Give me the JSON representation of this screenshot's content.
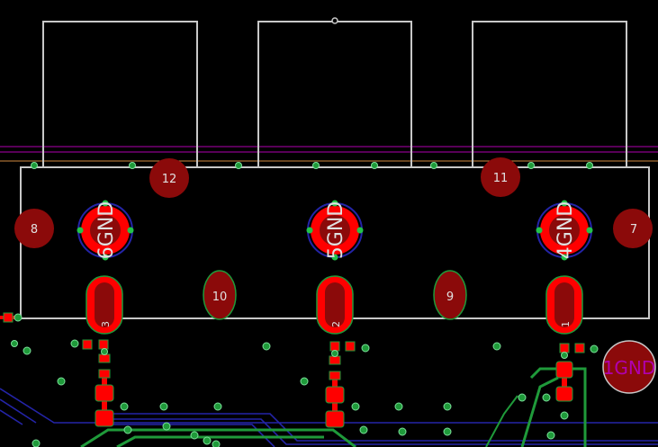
{
  "colors": {
    "background": "#000000",
    "outline": "#c8c8c8",
    "pad_dark": "#8b0a0a",
    "pad_red": "#ff0000",
    "trace_green": "#1f9a3a",
    "trace_blue": "#2424a8",
    "via_green": "#22c24a",
    "magenta": "#b000b0",
    "pad_text": "#e0e0e0",
    "net_text": "#b000b0"
  },
  "pads": {
    "p12": "12",
    "p11": "11",
    "p8": "8",
    "p7": "7",
    "p10": "10",
    "p9": "9",
    "gnd_pad": "1GND"
  },
  "jacks": {
    "j6": "6GND",
    "j5": "5GND",
    "j4": "4GND"
  },
  "oval_pads": {
    "o3": "3",
    "o2": "2",
    "o1": "1"
  }
}
